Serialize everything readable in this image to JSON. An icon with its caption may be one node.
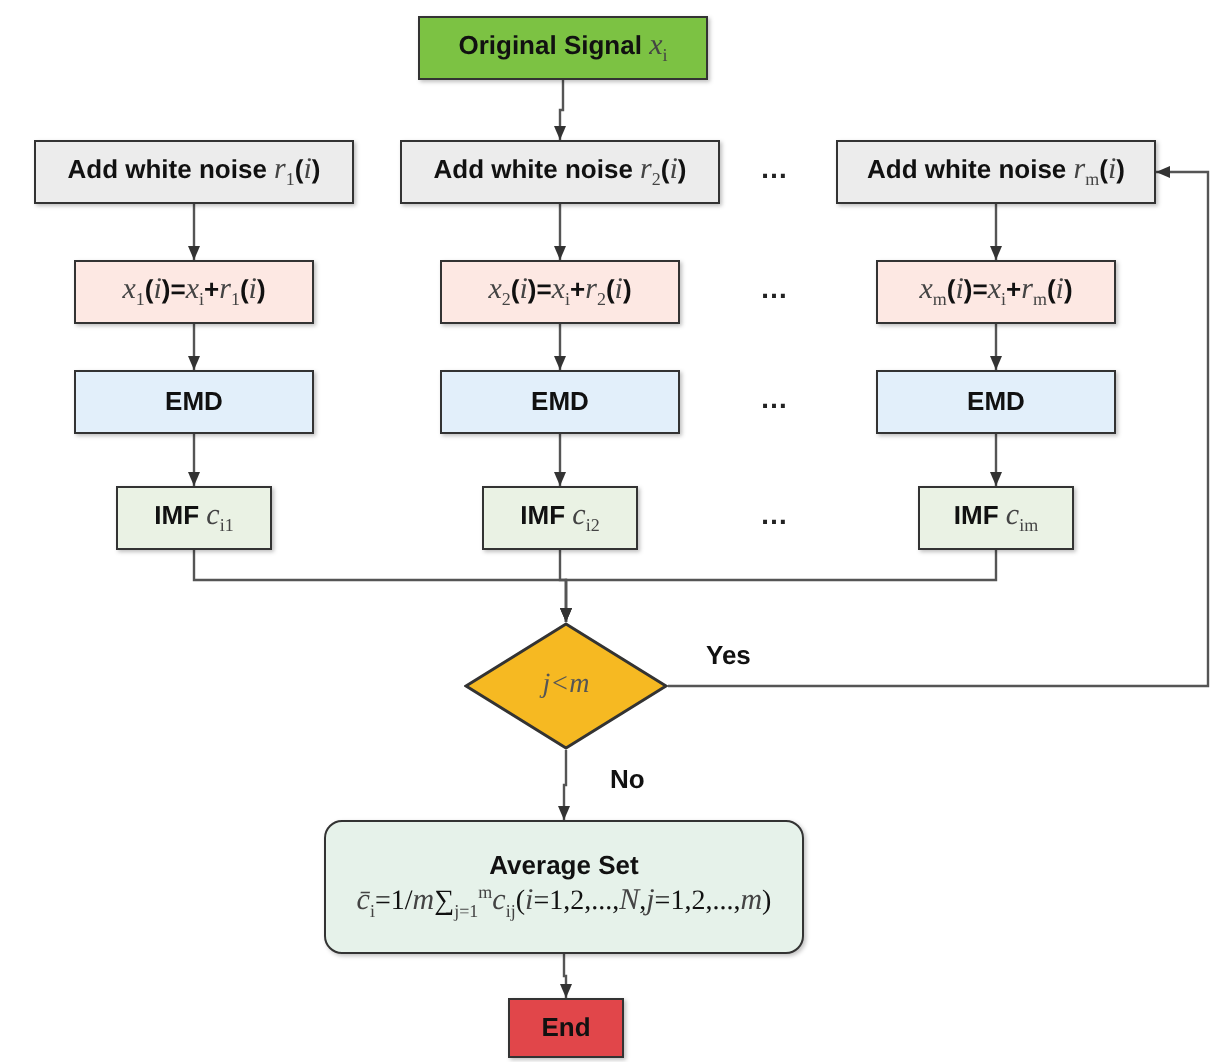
{
  "diagram": {
    "nodes": [
      {
        "text": [
          "Original Signal *x*$_{i}$"
        ]
      },
      {
        "text": [
          "Add white noise *r*$_{1}$(*i*)"
        ]
      },
      {
        "text": [
          "Add white noise *r*$_{2}$(*i*)"
        ]
      },
      {
        "text": [
          "Add white noise *r*$_{m}$(*i*)"
        ]
      },
      {
        "text": [
          "*x*$_{1}$(*i*)=*x*$_{i}$+*r*$_{1}$(*i*)"
        ]
      },
      {
        "text": [
          "*x*$_{2}$(*i*)=*x*$_{i}$+*r*$_{2}$(*i*)"
        ]
      },
      {
        "text": [
          "*x*$_{m}$(*i*)=*x*$_{i}$+*r*$_{m}$(*i*)"
        ]
      },
      {
        "text": [
          "EMD"
        ]
      },
      {
        "text": [
          "EMD"
        ]
      },
      {
        "text": [
          "EMD"
        ]
      },
      {
        "text": [
          "IMF *c*$_{i1}$"
        ]
      },
      {
        "text": [
          "IMF *c*$_{i2}$"
        ]
      },
      {
        "text": [
          "IMF *c*$_{im}$"
        ]
      },
      {
        "text": [
          "j<m"
        ]
      },
      {
        "text": [
          "Average Set",
          "*c̄*$_{i}$=1/*m*∑$_{j=1}$$^{m}$*c*$_{ij}$(*i*=1,2,...,*N*,*j*=1,2,...,*m*)"
        ]
      },
      {
        "text": [
          "End"
        ]
      }
    ],
    "edges": [
      {
        "from": 0,
        "to": 2,
        "arrow": "to"
      },
      {
        "from": 1,
        "to": 4,
        "arrow": "to"
      },
      {
        "from": 2,
        "to": 5,
        "arrow": "to"
      },
      {
        "from": 3,
        "to": 6,
        "arrow": "to"
      },
      {
        "from": 4,
        "to": 7,
        "arrow": "to"
      },
      {
        "from": 5,
        "to": 8,
        "arrow": "to"
      },
      {
        "from": 6,
        "to": 9,
        "arrow": "to"
      },
      {
        "from": 7,
        "to": 10,
        "arrow": "to"
      },
      {
        "from": 8,
        "to": 11,
        "arrow": "to"
      },
      {
        "from": 9,
        "to": 12,
        "arrow": "to"
      },
      {
        "from": 10,
        "to": 13,
        "arrow": "to"
      },
      {
        "from": 11,
        "to": 13,
        "arrow": "to"
      },
      {
        "from": 12,
        "to": 13,
        "arrow": "to"
      },
      {
        "from": 13,
        "to": 3,
        "arrow": "to",
        "label": "Yes"
      },
      {
        "from": 13,
        "to": 14,
        "arrow": "to",
        "label": "No"
      },
      {
        "from": 14,
        "to": 15,
        "arrow": "to"
      }
    ],
    "labels": [
      "…",
      "…",
      "…",
      "…"
    ]
  }
}
